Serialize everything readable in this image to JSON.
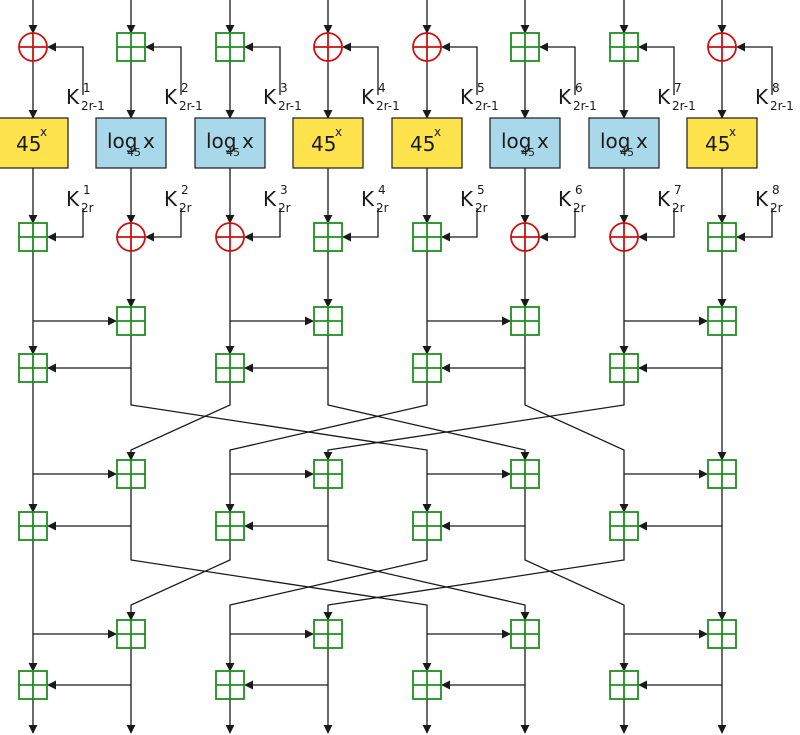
{
  "colors": {
    "xor": "#cc1111",
    "add": "#1f8f1f",
    "exp_fill": "#ffe34d",
    "log_fill": "#a9d8ea",
    "wire": "#1a1a1a"
  },
  "key_letter": "K",
  "key1_sub": "2r-1",
  "key2_sub": "2r",
  "lane_indices": [
    "1",
    "2",
    "3",
    "4",
    "5",
    "6",
    "7",
    "8"
  ],
  "layer1_ops": [
    "xor",
    "add",
    "add",
    "xor",
    "xor",
    "add",
    "add",
    "xor"
  ],
  "boxes": [
    "exp",
    "log",
    "log",
    "exp",
    "exp",
    "log",
    "log",
    "exp"
  ],
  "exp_label": {
    "base": "45",
    "sup": "x"
  },
  "log_label": {
    "prefix": "log",
    "sub": "45",
    "suffix": "x"
  },
  "layer2_ops": [
    "add",
    "xor",
    "xor",
    "add",
    "add",
    "xor",
    "xor",
    "add"
  ]
}
